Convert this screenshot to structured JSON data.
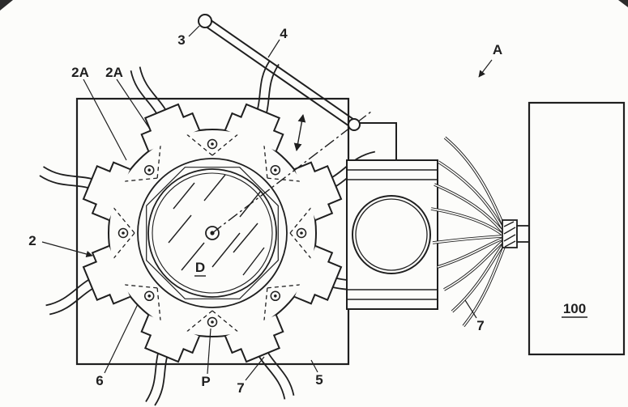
{
  "figure": {
    "labels": {
      "pivot": "3",
      "arm": "4",
      "assembly": "A",
      "clamp_top_left_outer": "2A",
      "clamp_top_left_inner": "2A",
      "clamp_left": "2",
      "ring": "6",
      "pin": "P",
      "cable_bottom": "7",
      "base_plate": "5",
      "harness": "7",
      "disk": "D",
      "unit": "100"
    },
    "colors": {
      "ink": "#1f1f1f",
      "paper": "#fcfcfa"
    }
  }
}
